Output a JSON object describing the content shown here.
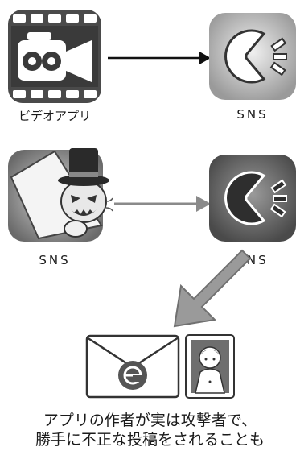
{
  "row1": {
    "left_icon": {
      "name": "video-app-icon",
      "label": "ビデオアプリ"
    },
    "right_icon": {
      "name": "sns-app-icon",
      "label": "SNS"
    }
  },
  "row2": {
    "left_icon": {
      "name": "sns-app-icon-possessed",
      "label": "SNS"
    },
    "right_icon": {
      "name": "sns-app-icon-dark",
      "label": "SNS"
    }
  },
  "row3": {
    "icons": [
      "email-icon",
      "contact-card-icon"
    ]
  },
  "caption": {
    "line1": "アプリの作者が実は攻撃者で、",
    "line2": "勝手に不正な投稿をされることも"
  }
}
